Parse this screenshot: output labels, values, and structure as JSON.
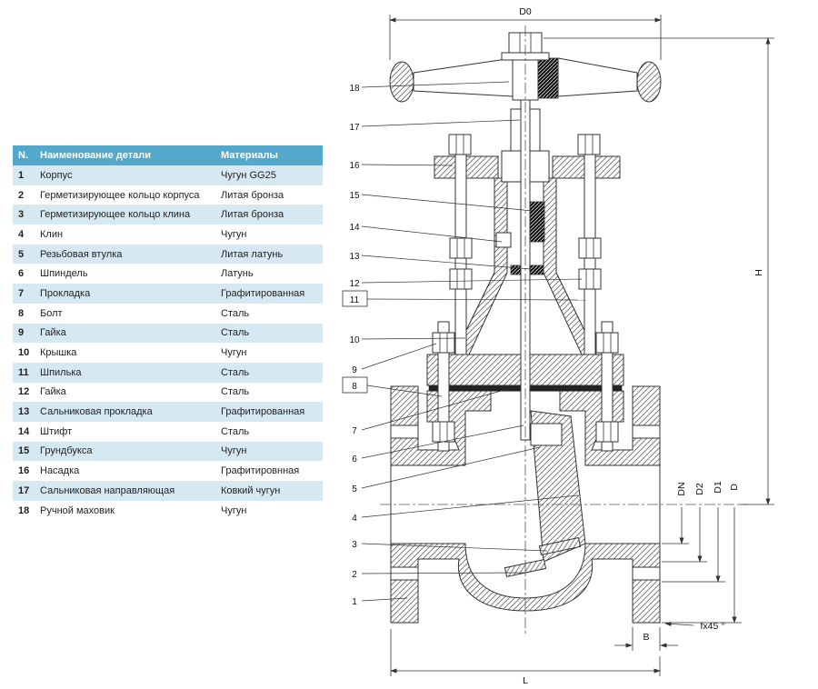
{
  "table": {
    "headers": {
      "num": "N.",
      "name": "Наименование детали",
      "material": "Материалы"
    },
    "rows": [
      {
        "num": "1",
        "name": "Корпус",
        "material": "Чугун GG25"
      },
      {
        "num": "2",
        "name": "Герметизирующее кольцо корпуса",
        "material": "Литая бронза"
      },
      {
        "num": "3",
        "name": "Герметизирующее кольцо клина",
        "material": "Литая бронза"
      },
      {
        "num": "4",
        "name": "Клин",
        "material": "Чугун"
      },
      {
        "num": "5",
        "name": "Резьбовая втулка",
        "material": "Литая латунь"
      },
      {
        "num": "6",
        "name": "Шпиндель",
        "material": "Латунь"
      },
      {
        "num": "7",
        "name": "Прокладка",
        "material": "Графитированная"
      },
      {
        "num": "8",
        "name": "Болт",
        "material": "Сталь"
      },
      {
        "num": "9",
        "name": "Гайка",
        "material": "Сталь"
      },
      {
        "num": "10",
        "name": "Крышка",
        "material": "Чугун"
      },
      {
        "num": "11",
        "name": "Шпилька",
        "material": "Сталь"
      },
      {
        "num": "12",
        "name": "Гайка",
        "material": "Сталь"
      },
      {
        "num": "13",
        "name": "Сальниковая прокладка",
        "material": "Графитированная"
      },
      {
        "num": "14",
        "name": "Штифт",
        "material": "Сталь"
      },
      {
        "num": "15",
        "name": "Грундбукса",
        "material": "Чугун"
      },
      {
        "num": "16",
        "name": "Насадка",
        "material": "Графитировнная"
      },
      {
        "num": "17",
        "name": "Сальниковая направляющая",
        "material": "Ковкий чугун"
      },
      {
        "num": "18",
        "name": "Ручной маховик",
        "material": "Чугун"
      }
    ]
  },
  "dimensions": {
    "d0": "D0",
    "h": "H",
    "dn": "DN",
    "d2": "D2",
    "d1": "D1",
    "d": "D",
    "chamfer": "fx45 °",
    "b": "B",
    "l": "L"
  },
  "callouts": [
    "18",
    "17",
    "16",
    "15",
    "14",
    "13",
    "12",
    "11",
    "10",
    "9",
    "8",
    "7",
    "6",
    "5",
    "4",
    "3",
    "2",
    "1"
  ],
  "colors": {
    "table_header_bg": "#54a8cc",
    "table_row_alt_bg": "#d6e9f3",
    "line": "#333333"
  }
}
